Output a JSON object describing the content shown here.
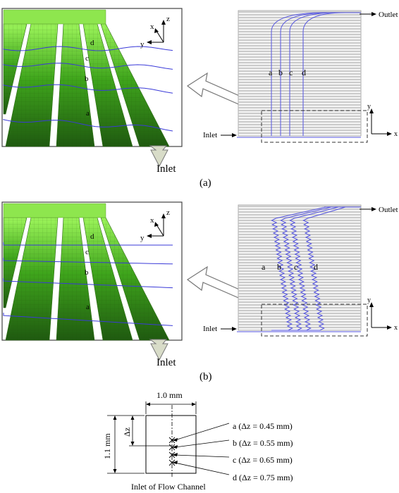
{
  "panels": [
    {
      "caption": "(a)",
      "inlet_arrow_label": "Inlet",
      "axes3d": {
        "x": "x",
        "y": "y",
        "z": "z"
      },
      "axes2d": {
        "x": "x",
        "y": "y"
      },
      "outlet_label": "Outlet",
      "inlet_label": "Inlet",
      "curve_labels": [
        "a",
        "b",
        "c",
        "d"
      ],
      "perspective_labels": [
        "d",
        "c",
        "b",
        "a"
      ]
    },
    {
      "caption": "(b)",
      "inlet_arrow_label": "Inlet",
      "axes3d": {
        "x": "x",
        "y": "y",
        "z": "z"
      },
      "axes2d": {
        "x": "x",
        "y": "y"
      },
      "outlet_label": "Outlet",
      "inlet_label": "Inlet",
      "curve_labels": [
        "a",
        "b",
        "c",
        "d"
      ],
      "perspective_labels": [
        "d",
        "c",
        "b",
        "a"
      ]
    }
  ],
  "cross_section": {
    "width_label": "1.0 mm",
    "height_label": "1.1 mm",
    "dz_label": "Δz",
    "caption": "Inlet of Flow Channel",
    "points": [
      "a (Δz = 0.45 mm)",
      "b (Δz = 0.55 mm)",
      "c (Δz = 0.65 mm)",
      "d (Δz = 0.75 mm)"
    ]
  },
  "colors": {
    "channel_green": "#3fa51c",
    "channel_light": "#8ef03a",
    "streamline": "#3a3ad8",
    "channel_grey": "#bdbdbd"
  }
}
